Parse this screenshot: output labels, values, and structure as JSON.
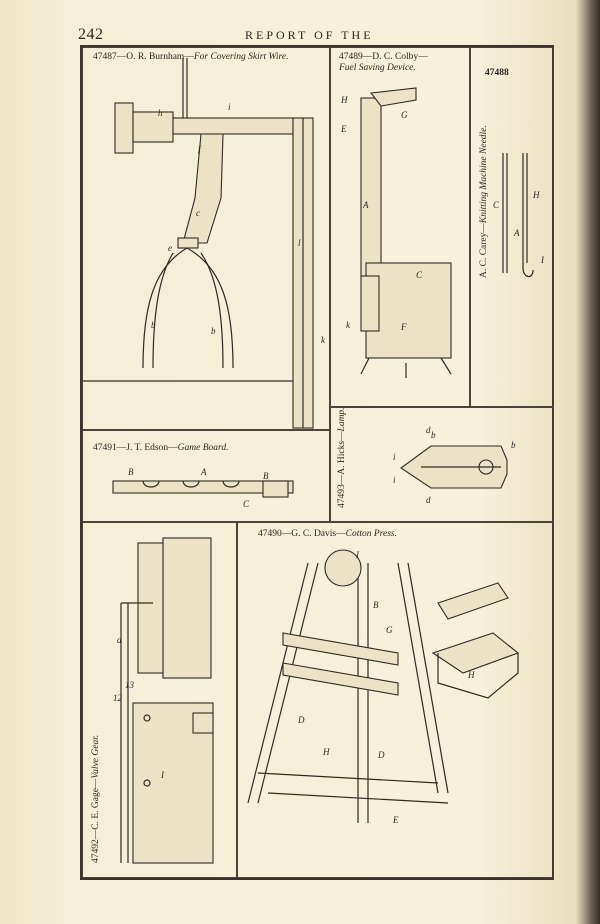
{
  "header": {
    "page_number": "242",
    "running_title": "REPORT OF THE"
  },
  "figures": [
    {
      "number": "47487",
      "inventor": "O. R. Burnham",
      "title": "For Covering Skirt Wire."
    },
    {
      "number": "47489",
      "inventor": "D. C. Colby",
      "title": "Fuel Saving Device."
    },
    {
      "number": "47488",
      "inventor": "A. C. Carey",
      "title": "Knitting Machine Needle."
    },
    {
      "number": "47491",
      "inventor": "J. T. Edson",
      "title": "Game Board."
    },
    {
      "number": "47493",
      "inventor": "A. Hicks",
      "title": "Lamp."
    },
    {
      "number": "47490",
      "inventor": "G. C. Davis",
      "title": "Cotton Press."
    },
    {
      "number": "47492",
      "inventor": "C. E. Gage",
      "title": "Valve Gear."
    }
  ],
  "labels": {
    "burnham": [
      "h",
      "i",
      "f",
      "c",
      "e",
      "b",
      "b",
      "l",
      "k"
    ],
    "colby": [
      "H",
      "G",
      "E",
      "A",
      "C",
      "k",
      "F"
    ],
    "carey": [
      "C",
      "H",
      "A",
      "I"
    ],
    "edson": [
      "B",
      "A",
      "B",
      "C"
    ],
    "hicks": [
      "b",
      "d",
      "b",
      "d",
      "i",
      "i"
    ],
    "davis": [
      "I",
      "B",
      "G",
      "D",
      "H",
      "D",
      "E",
      "H"
    ],
    "gage": [
      "a",
      "12",
      "13",
      "I"
    ]
  }
}
